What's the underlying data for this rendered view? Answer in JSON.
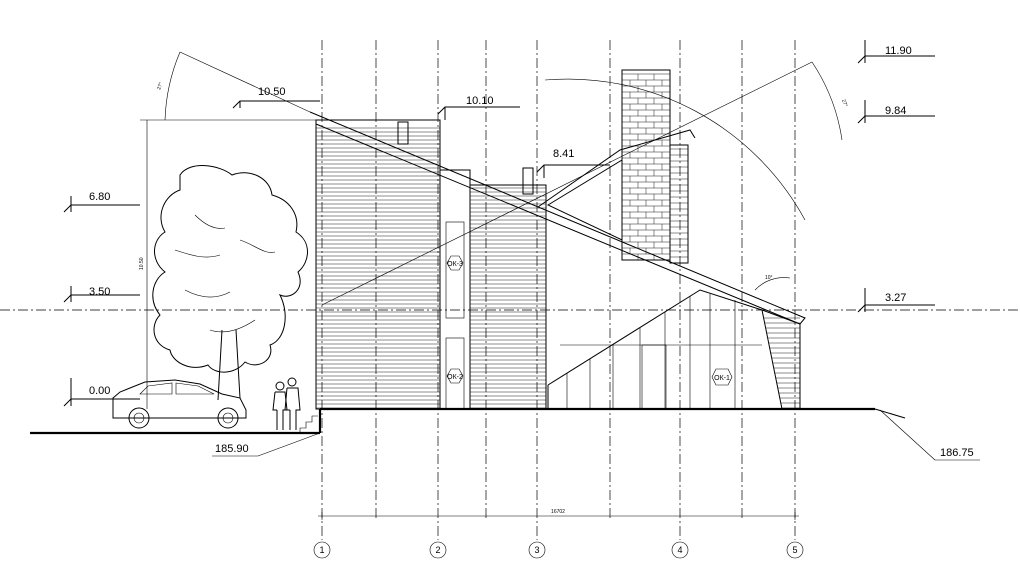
{
  "levels": {
    "roof_left_top": "10.50",
    "roof_mid_top": "10.10",
    "ridge_low": "8.41",
    "floor_2": "6.80",
    "floor_1": "3.50",
    "zero": "0.00",
    "chimney_top": "11.90",
    "roof_right_top": "9.84",
    "right_floor": "3.27"
  },
  "ground": {
    "left_elevation": "185.90",
    "right_elevation": "186.75"
  },
  "grid_axes": [
    "1",
    "2",
    "3",
    "4",
    "5"
  ],
  "overall_dimension": "16702",
  "height_dimension": "10.50",
  "window_tags": [
    "ОК-3",
    "ОК-2",
    "ОК-1"
  ],
  "angle_labels": [
    "27°",
    "27°",
    "10°"
  ]
}
